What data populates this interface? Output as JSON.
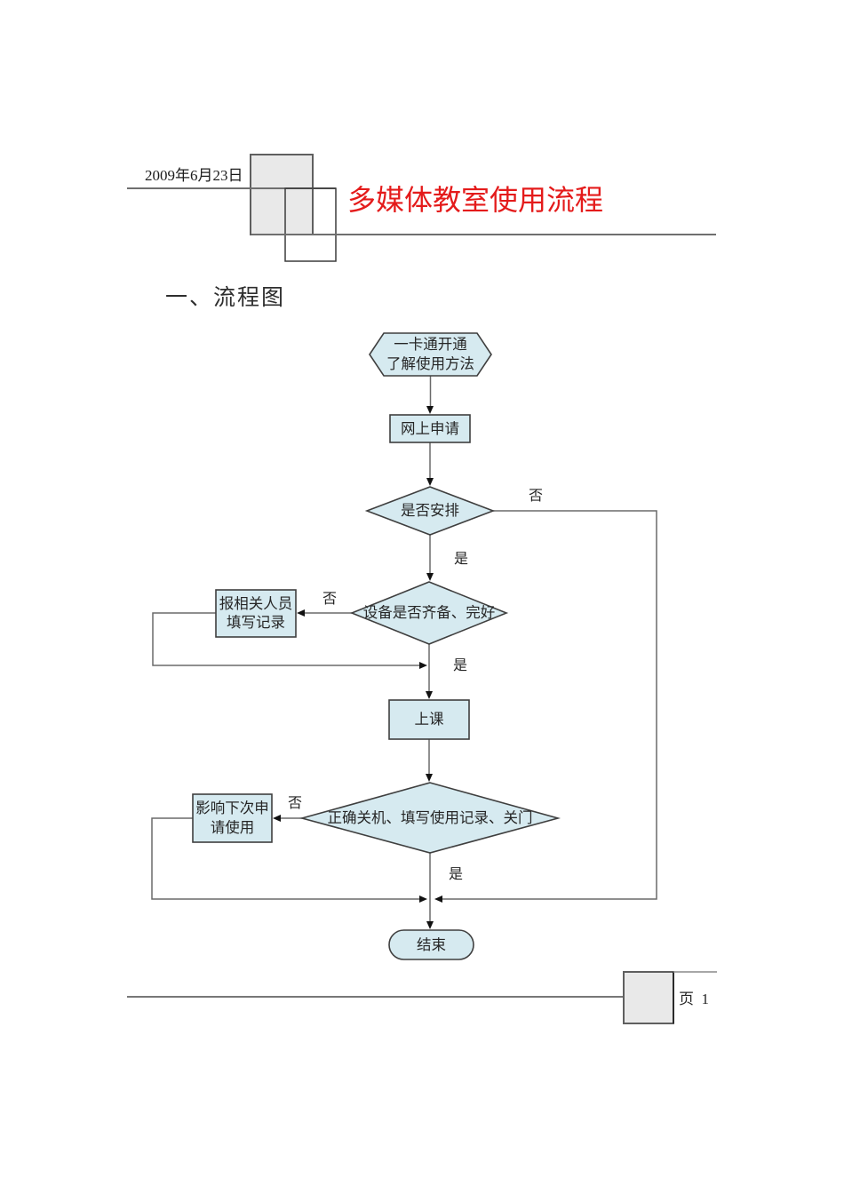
{
  "header": {
    "date": "2009年6月23日",
    "title": "多媒体教室使用流程",
    "title_color": "#e41b1b"
  },
  "section": {
    "heading": "一、流程图"
  },
  "flowchart": {
    "style": {
      "node_fill": "#d6eaf0",
      "node_border": "#3f3f3f",
      "connector_color": "#6a6a6a"
    },
    "nodes": {
      "start": {
        "shape": "hexagon",
        "lines": [
          "一卡通开通",
          "了解使用方法"
        ]
      },
      "apply": {
        "shape": "rect",
        "label": "网上申请"
      },
      "arranged": {
        "shape": "diamond",
        "label": "是否安排"
      },
      "equipment": {
        "shape": "diamond",
        "label": "设备是否齐备、完好"
      },
      "report": {
        "shape": "rect",
        "lines": [
          "报相关人员",
          "填写记录"
        ]
      },
      "class": {
        "shape": "rect",
        "label": "上课"
      },
      "shutdown": {
        "shape": "diamond",
        "label": "正确关机、填写使用记录、关门"
      },
      "penalty": {
        "shape": "rect",
        "lines": [
          "影响下次申",
          "请使用"
        ]
      },
      "end": {
        "shape": "stadium",
        "label": "结束"
      }
    },
    "edge_labels": {
      "arranged_no": "否",
      "arranged_yes": "是",
      "equipment_no": "否",
      "equipment_yes": "是",
      "shutdown_no": "否",
      "shutdown_yes": "是"
    }
  },
  "footer": {
    "page_label": "页  1"
  }
}
